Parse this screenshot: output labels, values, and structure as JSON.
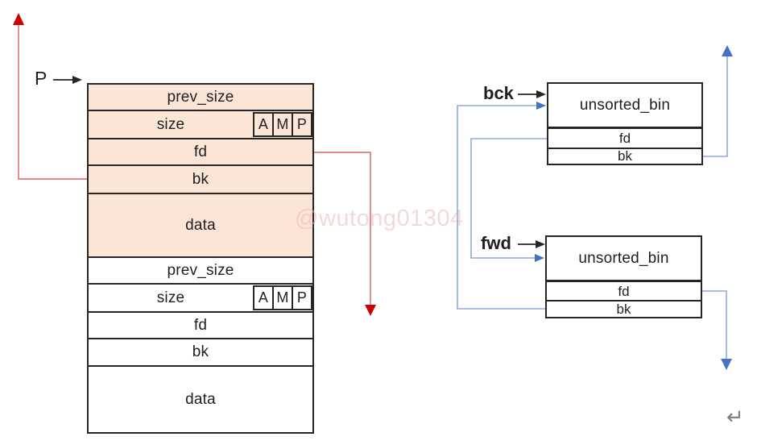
{
  "pointer": {
    "label": "P"
  },
  "chunks": [
    {
      "shaded": true,
      "rows": [
        {
          "label": "prev_size"
        },
        {
          "label": "size",
          "flags": [
            "A",
            "M",
            "P"
          ]
        },
        {
          "label": "fd"
        },
        {
          "label": "bk"
        },
        {
          "label": "data"
        }
      ]
    },
    {
      "shaded": false,
      "rows": [
        {
          "label": "prev_size"
        },
        {
          "label": "size",
          "flags": [
            "A",
            "M",
            "P"
          ]
        },
        {
          "label": "fd"
        },
        {
          "label": "bk"
        },
        {
          "label": "data"
        }
      ]
    }
  ],
  "bins": [
    {
      "pointer_label": "bck",
      "title": "unsorted_bin",
      "rows": [
        "fd",
        "bk"
      ]
    },
    {
      "pointer_label": "fwd",
      "title": "unsorted_bin",
      "rows": [
        "fd",
        "bk"
      ]
    }
  ],
  "watermark": {
    "text": "@wutong01304"
  },
  "paragraph_mark": "↵",
  "colors": {
    "chunk_fill": "#fbe5d6",
    "border": "#262626",
    "red_line": "#dd7a76",
    "red_arrowhead": "#cc0000",
    "blue_line": "#8faadc",
    "blue_arrowhead": "#4472c4",
    "black_arrow": "#262626",
    "watermark": "#edb9b9",
    "paragraph_mark": "#7f7f7f"
  }
}
